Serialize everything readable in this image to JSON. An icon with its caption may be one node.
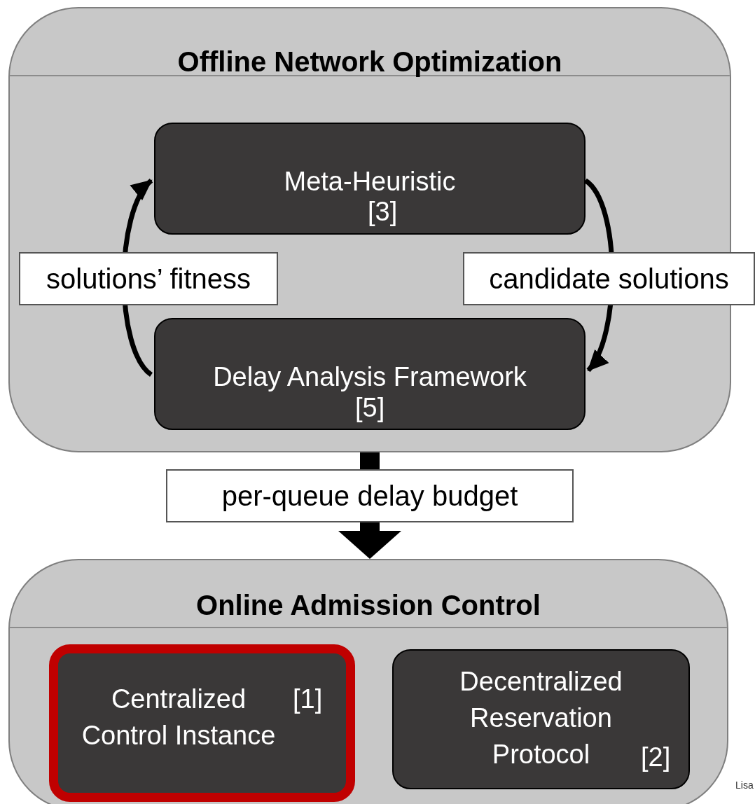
{
  "diagram": {
    "nodes": [
      {
        "text": [
          "Offline Network Optimization"
        ]
      },
      {
        "text": [
          "Meta-Heuristic",
          "[3]"
        ],
        "in": 0
      },
      {
        "text": [
          "Delay Analysis Framework",
          "[5]"
        ],
        "in": 0
      },
      {
        "text": [
          "Online Admission Control"
        ]
      },
      {
        "text": [
          "Centralized Control Instance",
          "[1]"
        ],
        "in": 3
      },
      {
        "text": [
          "Decentralized Reservation Protocol",
          "[2]"
        ],
        "in": 3
      }
    ],
    "edges": [
      {
        "from": 1,
        "to": 2,
        "arrow": "to",
        "label": "candidate solutions"
      },
      {
        "from": 2,
        "to": 1,
        "arrow": "to",
        "label": "solutions’ fitness"
      },
      {
        "from": 0,
        "to": 3,
        "arrow": "to",
        "label": "per-queue delay budget",
        "style": "thick"
      }
    ],
    "labels": [
      "Lisa"
    ]
  }
}
